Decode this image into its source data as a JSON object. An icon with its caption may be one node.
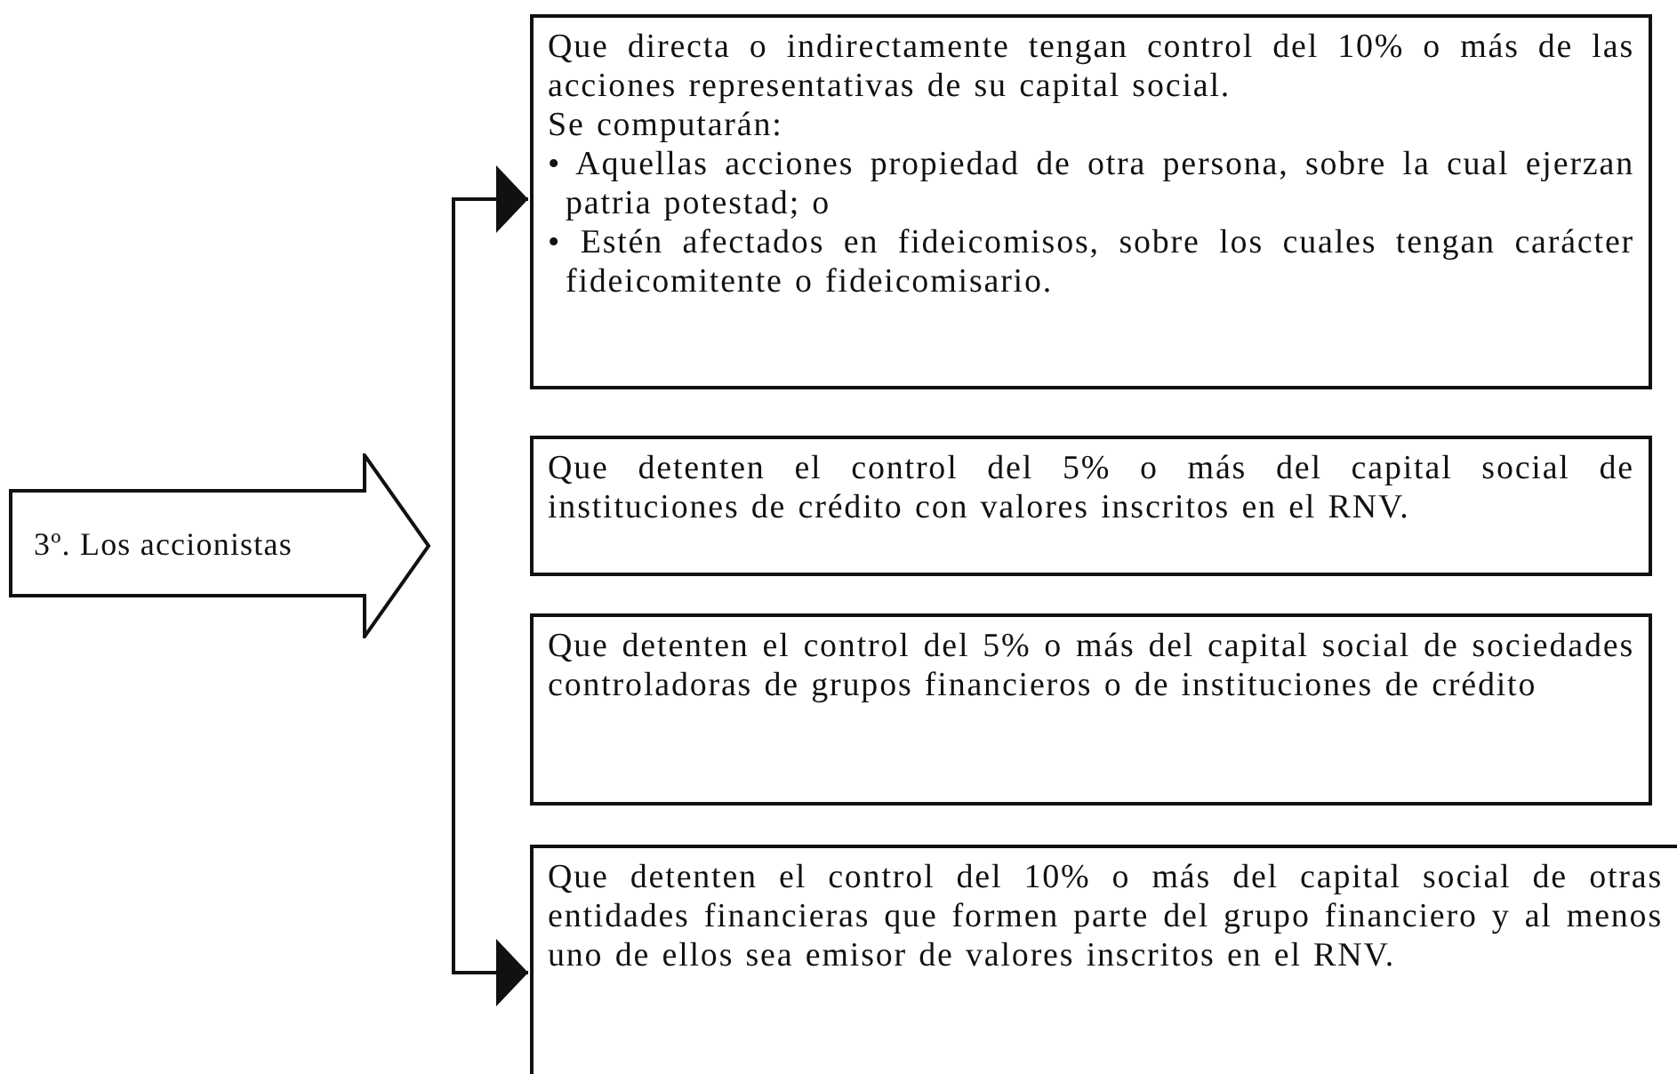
{
  "diagram": {
    "nodes": [
      {
        "text": [
          "3º. Los accionistas"
        ]
      },
      {
        "text": [
          "Que directa o indirectamente tengan control del 10% o más de las acciones representativas de su capital social.",
          "Se computarán:",
          "• Aquellas acciones propiedad de otra persona, sobre la cual ejerzan patria potestad; o",
          "• Estén afectados en fideicomisos, sobre los cuales tengan carácter fideicomitente o fideicomisario."
        ]
      },
      {
        "text": [
          "Que detenten el control del 5% o más del capital social de instituciones de crédito con valores inscritos en el RNV."
        ]
      },
      {
        "text": [
          "Que detenten el control del 5% o más del capital social de sociedades controladoras de grupos financieros o de instituciones de crédito"
        ]
      },
      {
        "text": [
          "Que detenten el control del 10% o más del capital social de otras entidades financieras que formen parte del grupo financiero y al menos uno de ellos sea emisor de valores inscritos en el RNV."
        ]
      }
    ],
    "edges": [
      {
        "from": null,
        "to": 1,
        "arrow": "to"
      },
      {
        "from": null,
        "to": 4,
        "arrow": "to"
      }
    ]
  }
}
